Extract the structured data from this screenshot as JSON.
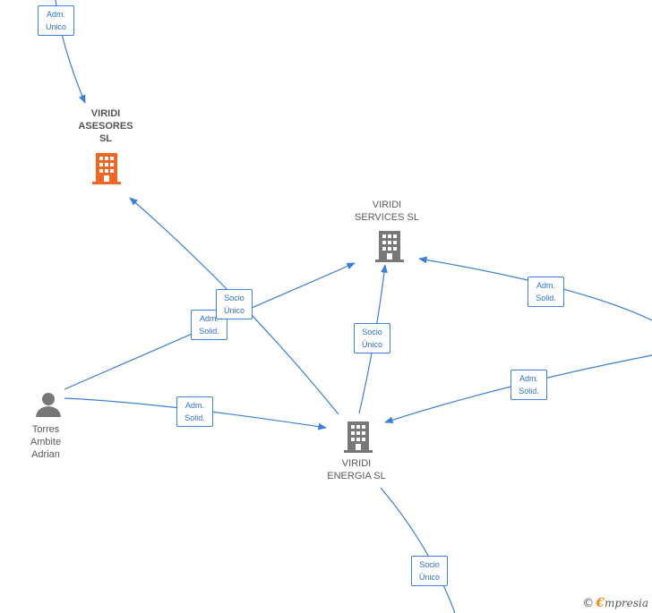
{
  "nodes": {
    "viridi_asesores": {
      "lines": [
        "VIRIDI",
        "ASESORES",
        "SL"
      ],
      "color": "#f26522"
    },
    "viridi_services": {
      "lines": [
        "VIRIDI",
        "SERVICES  SL"
      ],
      "color": "#777777"
    },
    "viridi_energia": {
      "lines": [
        "VIRIDI",
        "ENERGIA  SL"
      ],
      "color": "#777777"
    },
    "torres_ambite_adrian": {
      "lines": [
        "Torres",
        "Ambite",
        "Adrian"
      ],
      "color": "#777777"
    }
  },
  "edge_labels": {
    "top_adm_unico": [
      "Adm.",
      "Unico"
    ],
    "socio_unico_asesores": [
      "Socio",
      "Único"
    ],
    "adm_solid_person_services": [
      "Adm.",
      "Solid."
    ],
    "adm_solid_person_energia": [
      "Adm.",
      "Solid."
    ],
    "socio_unico_energia_services": [
      "Socio",
      "Único"
    ],
    "adm_solid_right_services": [
      "Adm.",
      "Solid."
    ],
    "adm_solid_right_energia": [
      "Adm.",
      "Solid."
    ],
    "socio_unico_bottom": [
      "Socio",
      "Único"
    ]
  },
  "branding": {
    "copyright": "©",
    "initial": "€",
    "name": "mpresia"
  },
  "colors": {
    "edge": "#3b7fd9",
    "highlight_company": "#f26522",
    "company": "#777777",
    "person": "#777777"
  }
}
